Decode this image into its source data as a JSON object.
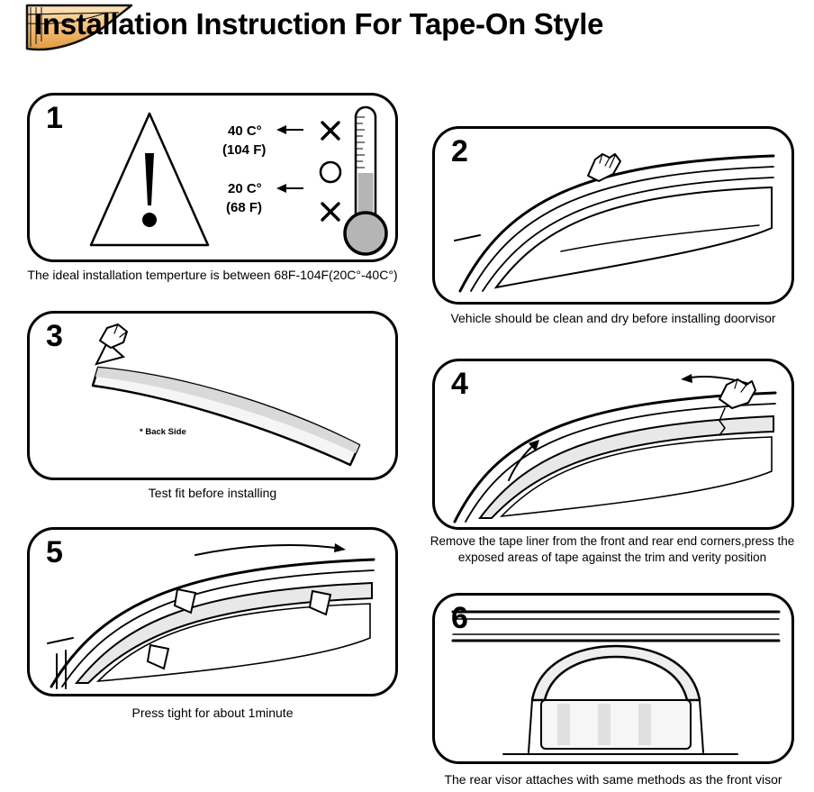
{
  "header": {
    "title": "Installation Instruction For Tape-On Style"
  },
  "icons": {
    "cross": "✖",
    "ok_circle": "○",
    "arrow_left": "←",
    "arrow_right": "→",
    "hand": "✋",
    "warning": "⚠"
  },
  "colors": {
    "outline": "#000000",
    "visor_shade": "#e8e8e8",
    "thermometer_fill": "#b5b5b5",
    "logo_orange": "#f3bd72"
  },
  "steps": [
    {
      "number": "1",
      "caption": "The ideal installation temperture is between 68F-104F(20C°-40C°)",
      "labels": {
        "temp_high": "40 C°",
        "temp_high_f": "(104 F)",
        "temp_low": "20 C°",
        "temp_low_f": "(68 F)"
      }
    },
    {
      "number": "2",
      "caption": "Vehicle should be clean and dry before installing doorvisor"
    },
    {
      "number": "3",
      "caption": "Test fit before installing",
      "labels": {
        "back_side": "* Back Side"
      }
    },
    {
      "number": "4",
      "caption": "Remove the tape liner from the front and rear end corners,press the exposed areas of tape against the trim and verity position"
    },
    {
      "number": "5",
      "caption": "Press tight for about 1minute"
    },
    {
      "number": "6",
      "caption": "The rear visor attaches with same methods as the front visor"
    }
  ]
}
